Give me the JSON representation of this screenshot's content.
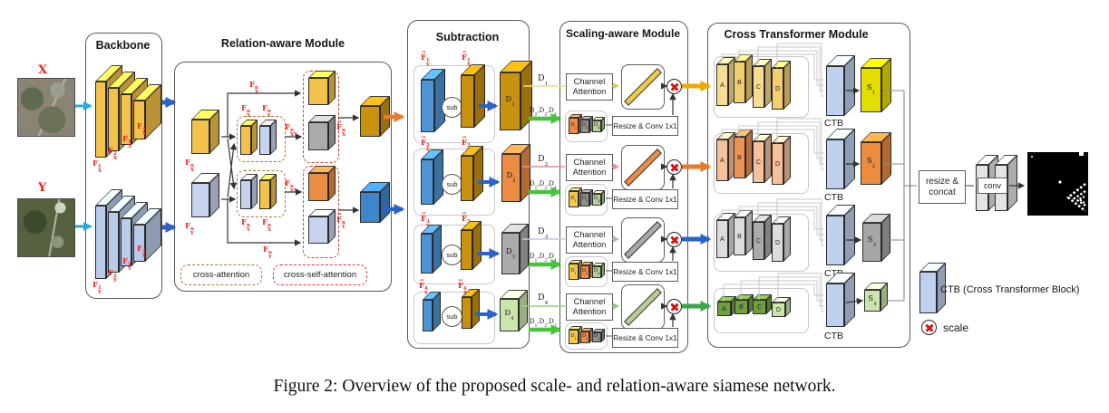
{
  "palette": {
    "accent_red_label": "#E8261F",
    "dashed_red": "#E23A2E",
    "dashed_brown": "#B5712F",
    "arrow_blue": "#2A62C9",
    "arrow_cyan": "#29ABE2",
    "arrow_orange": "#E87A2B",
    "arrow_gold": "#F0A800",
    "arrow_green": "#46C53C",
    "thin_yellow": "#EDE27A",
    "thin_pink": "#F08A8A",
    "thin_gray": "#C3CCD9",
    "thin_green": "#9ACD7E",
    "block_yellow": "#F2C24A",
    "block_gold": "#C8920F",
    "block_orange": "#EC8C44",
    "block_blue": "#4D94D6",
    "block_pale_blue": "#C7D2EE",
    "block_gray": "#ABABAB",
    "block_green": "#B5CF96",
    "ctb_blue": "#BDD0EE"
  },
  "inputs": {
    "x_label": "X",
    "y_label": "Y"
  },
  "backbone": {
    "title": "Backbone",
    "x_feats": [
      "F_X^1",
      "F_X^2",
      "F_X^3",
      "F_X^4"
    ],
    "y_feats": [
      "F_Y^1",
      "F_Y^2",
      "F_Y^3",
      "F_Y^4"
    ]
  },
  "ram": {
    "title": "Relation-aware Module",
    "input_x": "F_X^n",
    "input_y": "F_Y^n",
    "route_top": "F_X^n",
    "route_bottom": "F_Y^n",
    "ca1_left": "F_X^n",
    "ca1_right": "F_Y^n",
    "ca1_out": "F_XY^n",
    "ca2_left": "F_Y^n",
    "ca2_right": "F_X^n",
    "ca2_out": "F_YX^n",
    "out_x": "~F_X^n",
    "out_y": "~F_Y^n",
    "legend_cross_attention": "cross-attention",
    "legend_cross_self_attention": "cross-self-attention"
  },
  "subtraction": {
    "title": "Subtraction",
    "op": "sub",
    "rows": [
      {
        "fy": "~F_Y^1",
        "fx": "~F_X^1",
        "d": "D_1"
      },
      {
        "fy": "~F_Y^2",
        "fx": "~F_X^2",
        "d": "D_2"
      },
      {
        "fy": "~F_Y^3",
        "fx": "~F_X^3",
        "d": "D_3"
      },
      {
        "fy": "~F_Y^4",
        "fx": "~F_X^4",
        "d": "D_4"
      }
    ]
  },
  "sam": {
    "title": "Scaling-aware Module",
    "channel_attention": "Channel Attention",
    "resize_conv": "Resize & Conv 1x1",
    "rows": [
      {
        "direct": "D_1",
        "combo": "D_2,D_3,D_4",
        "rod_color": "#F2C94C",
        "mini": [
          {
            "label": "D_2",
            "color": "#EC8C44"
          },
          {
            "label": "D_3",
            "color": "#8F8F8F"
          },
          {
            "label": "D_4",
            "color": "#B5CF96"
          }
        ]
      },
      {
        "direct": "D_2",
        "combo": "D_1,D_3,D_4",
        "rod_color": "#EC8C44",
        "mini": [
          {
            "label": "D_1",
            "color": "#F2C94C"
          },
          {
            "label": "D_3",
            "color": "#8F8F8F"
          },
          {
            "label": "D_4",
            "color": "#B5CF96"
          }
        ]
      },
      {
        "direct": "D_3",
        "combo": "D_1,D_2,D_4",
        "rod_color": "#ABABAB",
        "mini": [
          {
            "label": "D_1",
            "color": "#F2C94C"
          },
          {
            "label": "D_2",
            "color": "#EC8C44"
          },
          {
            "label": "D_4",
            "color": "#B5CF96"
          }
        ]
      },
      {
        "direct": "D_4",
        "combo": "D_1,D_2,D_3",
        "rod_color": "#B5CF96",
        "mini": [
          {
            "label": "D_1",
            "color": "#F2C94C"
          },
          {
            "label": "D_2",
            "color": "#EC8C44"
          },
          {
            "label": "D_3",
            "color": "#8F8F8F"
          }
        ]
      }
    ]
  },
  "ctm": {
    "title": "Cross Transformer Module",
    "ctb_label": "CTB",
    "rows": [
      {
        "blocks": [
          {
            "label": "A",
            "color": "#F7DD92"
          },
          {
            "label": "B",
            "color": "#F3CE6E"
          },
          {
            "label": "C",
            "color": "#F7DD92"
          },
          {
            "label": "D",
            "color": "#F3CE6E"
          }
        ],
        "s": "S_1",
        "s_color": "#E3DE00"
      },
      {
        "blocks": [
          {
            "label": "A",
            "color": "#F5C09A"
          },
          {
            "label": "B",
            "color": "#ED9455"
          },
          {
            "label": "C",
            "color": "#F5C09A"
          },
          {
            "label": "D",
            "color": "#F5C09A"
          }
        ],
        "s": "S_2",
        "s_color": "#ED8B3E"
      },
      {
        "blocks": [
          {
            "label": "A",
            "color": "#DCDCDC"
          },
          {
            "label": "B",
            "color": "#DCDCDC"
          },
          {
            "label": "C",
            "color": "#ABABAB"
          },
          {
            "label": "D",
            "color": "#DCDCDC"
          }
        ],
        "s": "S_3",
        "s_color": "#A6A6A6"
      },
      {
        "blocks": [
          {
            "label": "A",
            "color": "#6F9E3F"
          },
          {
            "label": "B",
            "color": "#6F9E3F"
          },
          {
            "label": "C",
            "color": "#6F9E3F"
          },
          {
            "label": "D",
            "color": "#CBE6AD"
          }
        ],
        "s": "S_4",
        "s_color": "#CBE6AD"
      }
    ]
  },
  "output_head": {
    "resize_concat": "resize & concat",
    "conv_label": "conv"
  },
  "legend": {
    "ctb": "CTB (Cross Transformer Block)",
    "scale": "scale"
  },
  "caption": "Figure 2: Overview of the proposed scale- and relation-aware siamese network."
}
